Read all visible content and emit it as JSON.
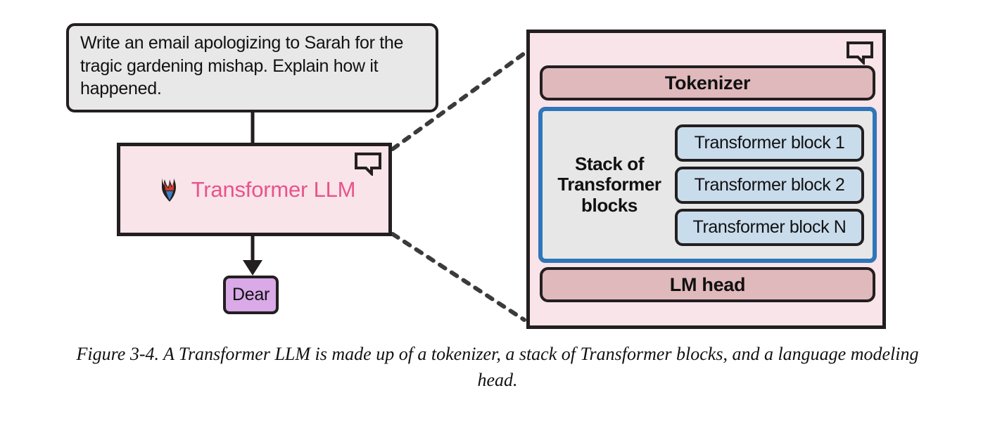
{
  "figure": {
    "caption": "Figure 3-4. A Transformer LLM is made up of a tokenizer, a stack of Transformer blocks, and a language modeling head."
  },
  "prompt": {
    "text": "Write an email apologizing to Sarah for the tragic gardening mishap. Explain how it happened."
  },
  "llm": {
    "label": "Transformer LLM",
    "emblem_icon": "huggingface-flame-icon",
    "bubble_icon": "speech-bubble-icon",
    "color": "#e8548b",
    "fill": "#f9e4ea"
  },
  "output_token": {
    "label": "Dear",
    "fill": "#d9a9e8"
  },
  "panel": {
    "bubble_icon": "speech-bubble-icon",
    "fill": "#f9e4ea",
    "tokenizer": {
      "label": "Tokenizer",
      "fill": "#e0b9bc"
    },
    "stack": {
      "caption": "Stack of Transformer blocks",
      "caption_lines": [
        "Stack of",
        "Transformer",
        "blocks"
      ],
      "border_color": "#2f76b8",
      "fill": "#e7e7e7",
      "blocks": [
        {
          "label": "Transformer block 1"
        },
        {
          "label": "Transformer block 2"
        },
        {
          "label": "Transformer block N"
        }
      ],
      "block_fill": "#c9dcec"
    },
    "lm_head": {
      "label": "LM head",
      "fill": "#e0b9bc"
    }
  },
  "connectors": {
    "prompt_to_llm": "solid-line",
    "llm_to_token": "arrow-down",
    "zoom_top": "dashed-line",
    "zoom_bottom": "dashed-line"
  }
}
